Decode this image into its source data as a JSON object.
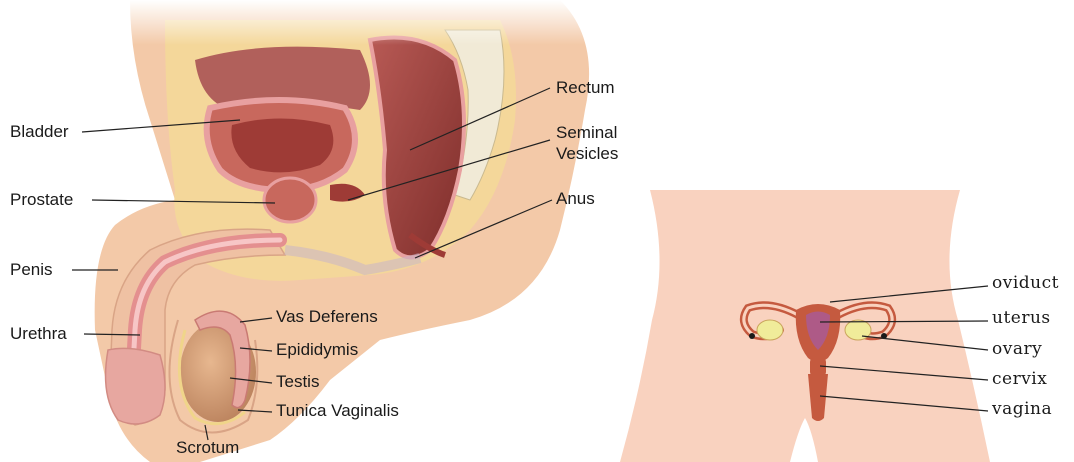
{
  "male_diagram": {
    "labels": {
      "bladder": "Bladder",
      "prostate": "Prostate",
      "penis": "Penis",
      "urethra": "Urethra",
      "rectum": "Rectum",
      "seminal_vesicles_line1": "Seminal",
      "seminal_vesicles_line2": "Vesicles",
      "anus": "Anus",
      "vas_deferens": "Vas Deferens",
      "epididymis": "Epididymis",
      "testis": "Testis",
      "tunica_vaginalis": "Tunica Vaginalis",
      "scrotum": "Scrotum"
    }
  },
  "female_diagram": {
    "labels": {
      "oviduct": "oviduct",
      "uterus": "uterus",
      "ovary": "ovary",
      "cervix": "cervix",
      "vagina": "vagina"
    }
  },
  "colors": {
    "skin": "#f3c9a8",
    "fat": "#f4d79a",
    "muscle": "#c8685d",
    "organ_dark": "#9e3b36",
    "lining": "#e8a0a0",
    "female_body": "#f9d2bf",
    "ovary": "#f0ec9a"
  }
}
